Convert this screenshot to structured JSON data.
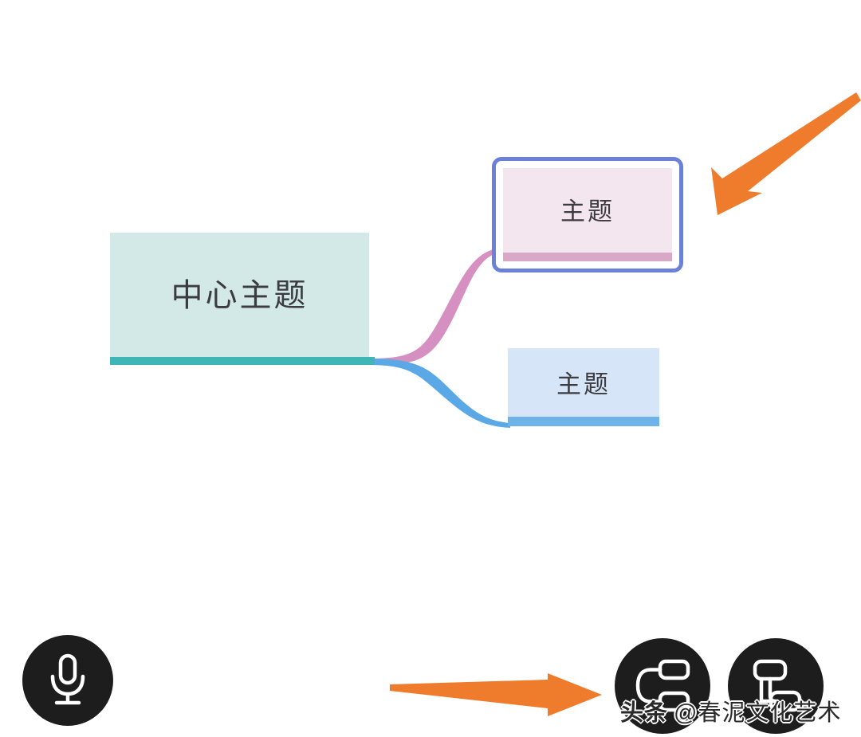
{
  "app": {
    "background_color": "#ffffff",
    "canvas_name": "mind-map-canvas"
  },
  "mindmap": {
    "central_node": {
      "label": "中心主题",
      "fill_color": "#d3e9e7",
      "bar_color": "#3fb5b8"
    },
    "children": [
      {
        "label": "主题",
        "fill_color": "#f4e6ee",
        "bar_color": "#d9a8c6",
        "selected": true,
        "selection_color": "#6b80d8",
        "connector_color": "#d58fc0"
      },
      {
        "label": "主题",
        "fill_color": "#d6e5f7",
        "bar_color": "#6fb4e8",
        "selected": false,
        "connector_color": "#5aa9e6"
      }
    ]
  },
  "toolbar": {
    "mic_button": {
      "icon": "microphone-icon",
      "background_color": "#1d1d1d",
      "icon_color": "#ffffff"
    },
    "layout_buttons": [
      {
        "icon": "mindmap-layout-icon",
        "background_color": "#1d1d1d",
        "icon_color": "#ffffff"
      },
      {
        "icon": "tree-layout-icon",
        "background_color": "#1d1d1d",
        "icon_color": "#ffffff"
      }
    ]
  },
  "annotations": {
    "color": "#ef7b2c",
    "arrows": [
      {
        "name": "arrow-to-selected-node",
        "direction": "down-left"
      },
      {
        "name": "arrow-to-layout-buttons",
        "direction": "right"
      }
    ]
  },
  "watermark": {
    "platform": "头条",
    "handle": "@春泥文化艺术"
  }
}
